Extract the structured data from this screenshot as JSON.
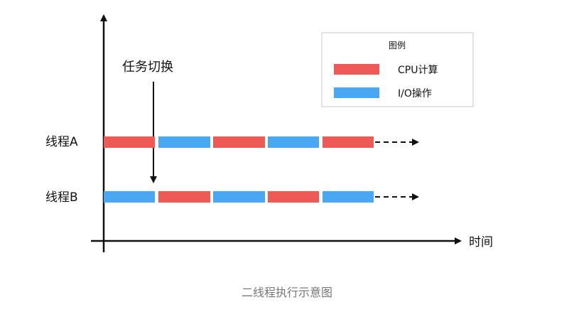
{
  "diagram": {
    "switch_label": "任务切换",
    "time_label": "时间",
    "threads": [
      {
        "label": "线程A",
        "segments": [
          "cpu",
          "io",
          "cpu",
          "io",
          "cpu"
        ]
      },
      {
        "label": "线程B",
        "segments": [
          "io",
          "cpu",
          "io",
          "cpu",
          "io"
        ]
      }
    ],
    "legend": {
      "title": "图例",
      "items": [
        {
          "type": "cpu",
          "label": "CPU计算",
          "color": "#ee5b56"
        },
        {
          "type": "io",
          "label": "I/O操作",
          "color": "#4aa8f2"
        }
      ]
    }
  },
  "caption": "二线程执行示意图"
}
